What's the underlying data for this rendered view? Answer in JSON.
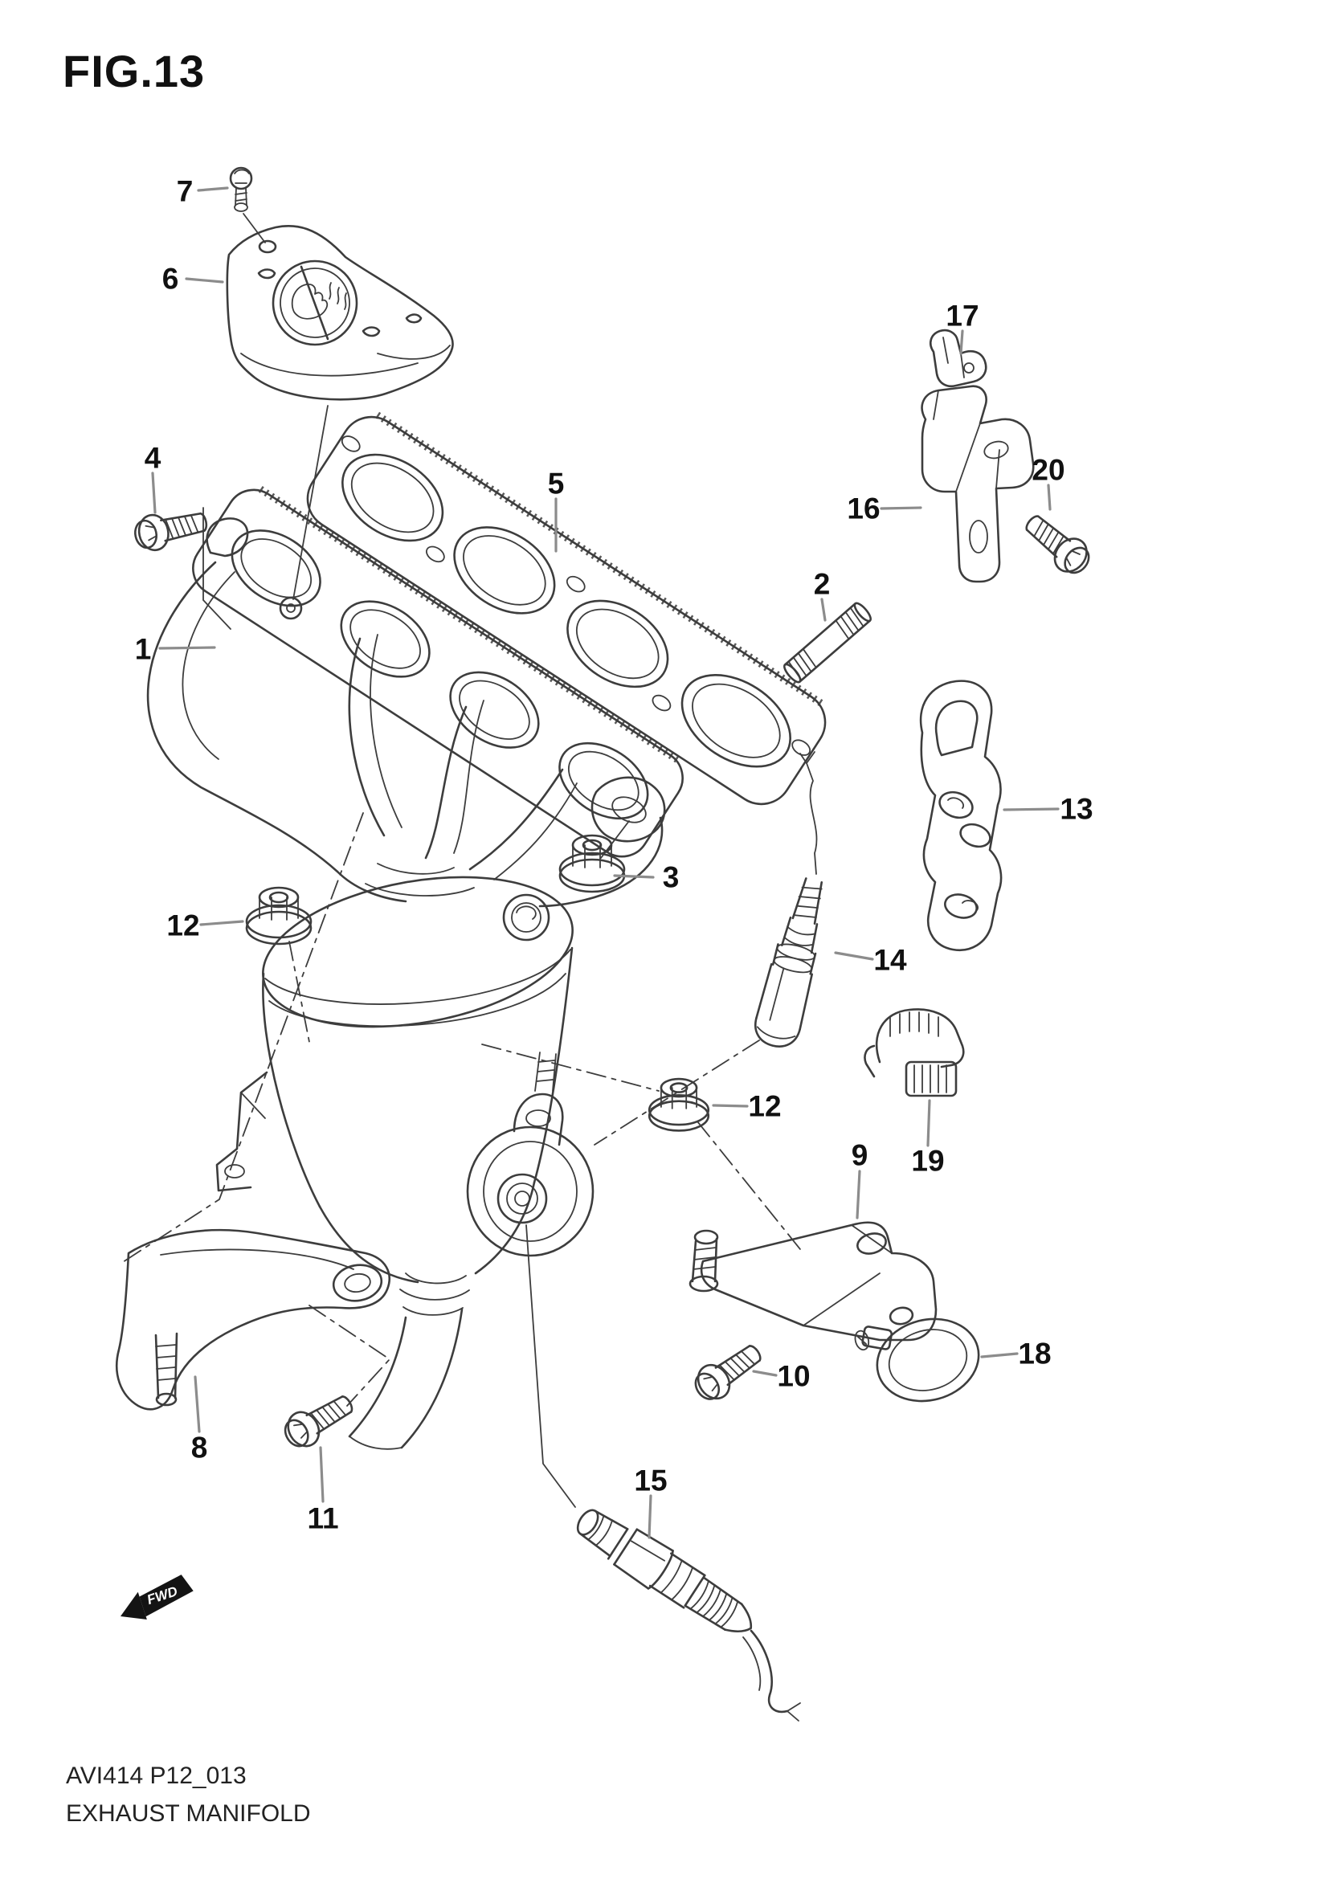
{
  "figure": {
    "title": "FIG.13"
  },
  "footer": {
    "code": "AVI414 P12_013",
    "caption": "EXHAUST MANIFOLD"
  },
  "direction_arrow": {
    "label": "FWD"
  },
  "colors": {
    "background": "#ffffff",
    "line": "#3d3d3d",
    "leader": "#8c8c8c",
    "label": "#111111"
  },
  "callouts": [
    {
      "part": "7"
    },
    {
      "part": "6"
    },
    {
      "part": "4"
    },
    {
      "part": "1"
    },
    {
      "part": "5"
    },
    {
      "part": "2"
    },
    {
      "part": "17"
    },
    {
      "part": "16"
    },
    {
      "part": "20"
    },
    {
      "part": "13"
    },
    {
      "part": "3"
    },
    {
      "part": "14"
    },
    {
      "part": "12"
    },
    {
      "part": "12"
    },
    {
      "part": "19"
    },
    {
      "part": "9"
    },
    {
      "part": "10"
    },
    {
      "part": "18"
    },
    {
      "part": "8"
    },
    {
      "part": "11"
    },
    {
      "part": "15"
    }
  ]
}
